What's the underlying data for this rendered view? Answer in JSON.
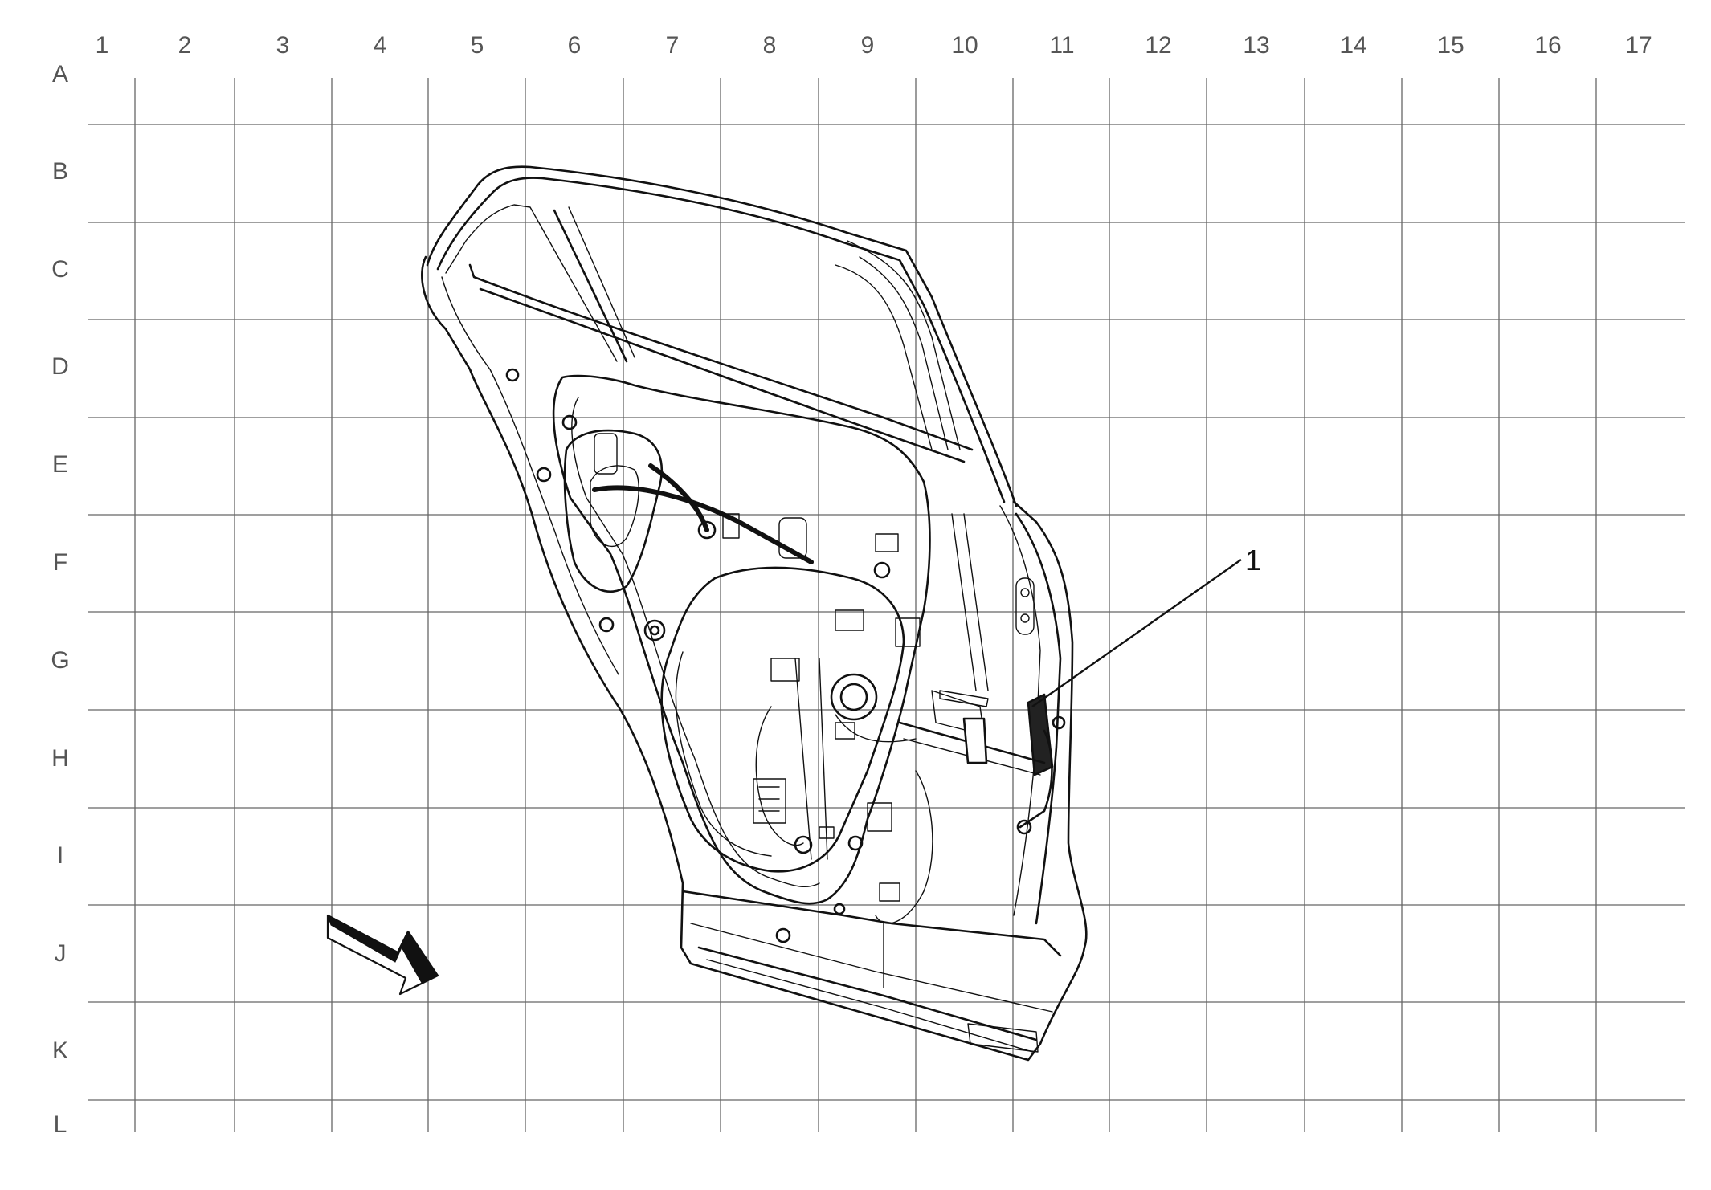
{
  "diagram": {
    "column_labels": [
      "1",
      "2",
      "3",
      "4",
      "5",
      "6",
      "7",
      "8",
      "9",
      "10",
      "11",
      "12",
      "13",
      "14",
      "15",
      "16",
      "17"
    ],
    "row_labels": [
      "A",
      "B",
      "C",
      "D",
      "E",
      "F",
      "G",
      "H",
      "I",
      "J",
      "K",
      "L"
    ],
    "callouts": [
      {
        "text": "1"
      }
    ],
    "icons": [
      "door-assembly-illustration",
      "direction-arrow-icon"
    ],
    "colors": {
      "line": "#111111",
      "grid": "#666666",
      "label": "#555555",
      "background": "#ffffff"
    }
  }
}
